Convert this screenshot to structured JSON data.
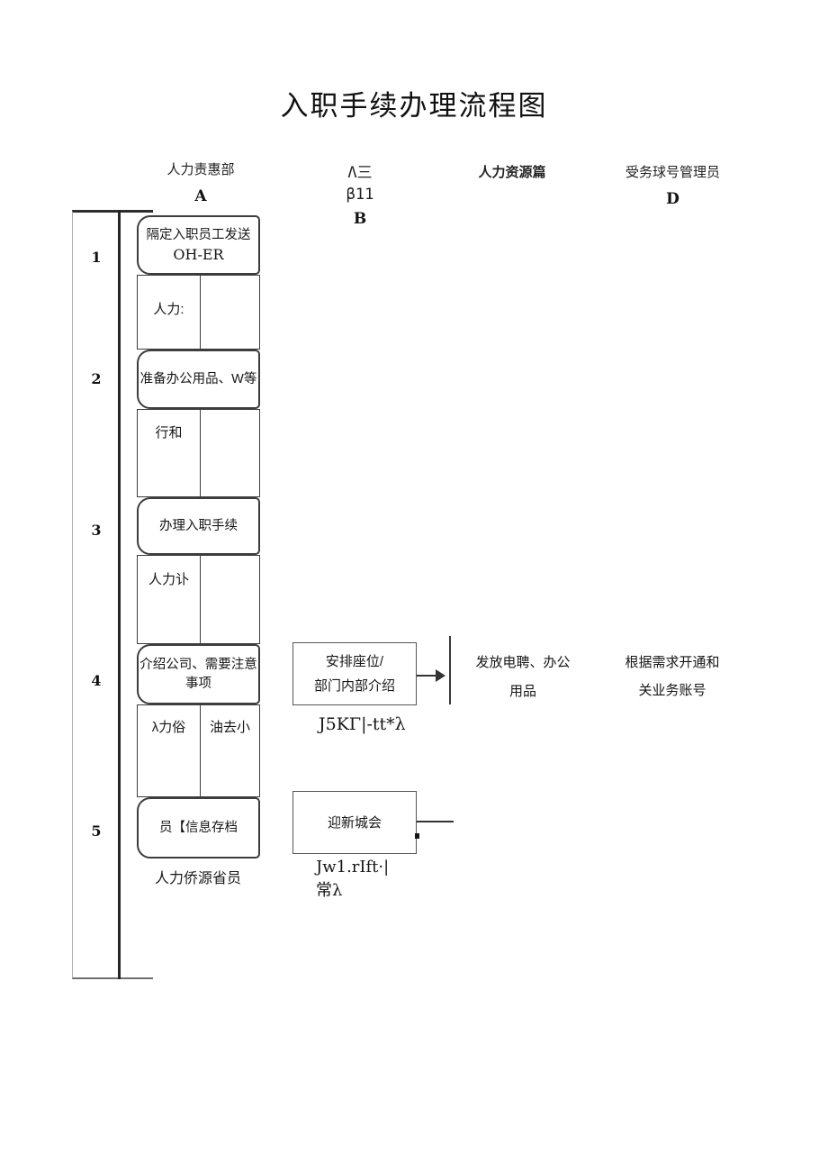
{
  "colors": {
    "ink": "#1c1c1c",
    "line": "#3a3a3a",
    "band_border": "#b0b0b0"
  },
  "title": "入职手续办理流程图",
  "header": {
    "lane_a_label": "人力责惠部",
    "lane_a_letter": "A",
    "lane_b_code1": "Λ三",
    "lane_b_code2": "β11",
    "lane_b_letter": "B",
    "lane_c_label": "人力资源篇",
    "lane_d_label": "受务球号管理员",
    "lane_d_letter": "D"
  },
  "steps": {
    "n1": "1",
    "n2": "2",
    "n3": "3",
    "n4": "4",
    "n5": "5"
  },
  "flow": {
    "box1_line1": "隔定入职员工发送",
    "box1_line2": "OH-ER",
    "cell1_left": "人力:",
    "box2_line1": "准备办公用品、W等",
    "cell2_left": "行和",
    "box3_line1": "办理入职手续",
    "cell3_left": "人力讣",
    "box4_line1": "介绍公司、需要注意",
    "box4_line2": "事项",
    "cell4_left": "λ力俗",
    "cell4_right": "油去小",
    "box5_line1": "员【信息存档",
    "footer_label": "人力侨源省员"
  },
  "middle": {
    "seat_box_line1": "安排座位/",
    "seat_box_line2": "部门内部介绍",
    "seat_caption": "J5KΓ|-tt*λ",
    "dispatch_line1": "发放电聘、办公",
    "dispatch_line2": "用品",
    "welcome_box": "迎新城会",
    "welcome_caption1": "Jw1.rIft·|",
    "welcome_caption2": "常λ"
  },
  "right": {
    "account_line1": "根据需求开通和",
    "account_line2": "关业务账号"
  }
}
